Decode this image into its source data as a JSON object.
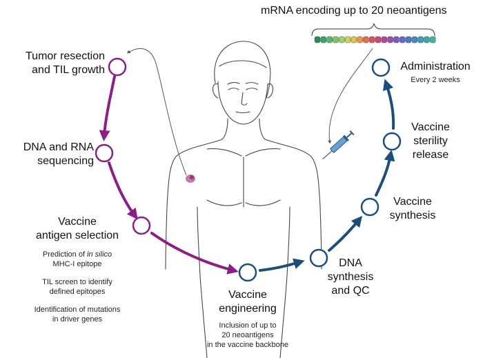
{
  "header": {
    "title": "mRNA encoding up to 20 neoantigens"
  },
  "steps": [
    {
      "line1": "Tumor resection",
      "line2": "and TIL growth"
    },
    {
      "line1": "DNA and RNA",
      "line2": "sequencing"
    },
    {
      "line1": "Vaccine",
      "line2": "antigen selection"
    },
    {
      "line1": "Vaccine",
      "line2": "engineering"
    },
    {
      "line1": "DNA",
      "line2": "synthesis",
      "line3": "and QC"
    },
    {
      "line1": "Vaccine",
      "line2": "synthesis"
    },
    {
      "line1": "Vaccine",
      "line2": "sterility",
      "line3": "release"
    },
    {
      "line1": "Administration",
      "sub": "Every 2 weeks"
    }
  ],
  "selection_notes": {
    "n1a": "Prediction of ",
    "n1i": "in silico",
    "n1b": "MHC-I epitope",
    "n2a": "TIL screen to identify",
    "n2b": "defined epitopes",
    "n3a": "Identification of mutations",
    "n3b": "in driver genes"
  },
  "engineering_notes": {
    "l1": "Inclusion of up to",
    "l2": "20 neoantigens",
    "l3": "in the vaccine backbone"
  },
  "colors": {
    "purple": "#8a1f86",
    "blue": "#1a4f7d",
    "ink": "#555555"
  },
  "mrna_segment_colors": [
    "#2e8b57",
    "#3aa46a",
    "#55b86e",
    "#7cc472",
    "#9fcf6a",
    "#c7d65c",
    "#e3c24e",
    "#e59a4a",
    "#e0704e",
    "#d9565e",
    "#c94a7a",
    "#b14a96",
    "#9752ac",
    "#7c5cbd",
    "#6269c6",
    "#4f79c8",
    "#4389c4",
    "#3f99bb",
    "#3ea7ae",
    "#45b39e"
  ]
}
